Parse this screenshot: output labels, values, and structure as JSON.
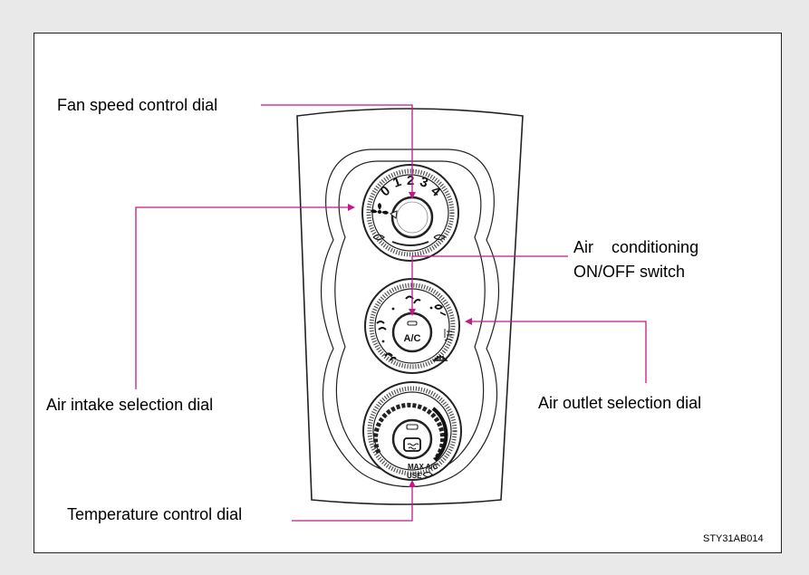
{
  "callouts": {
    "fan_speed": "Fan speed control dial",
    "ac_switch_line1": "Air    conditioning",
    "ac_switch_line2": "ON/OFF switch",
    "air_intake": "Air intake selection dial",
    "air_outlet": "Air outlet selection dial",
    "temperature": "Temperature control dial"
  },
  "fan_dial": {
    "speeds": [
      "0",
      "1",
      "2",
      "3",
      "4"
    ]
  },
  "ac_button": {
    "label": "A/C"
  },
  "temp_dial": {
    "max_ac_line1": "MAX A/C",
    "max_ac_line2": "USE"
  },
  "figure_code": "STY31AB014",
  "colors": {
    "callout_line": "#c0198a",
    "outline": "#222222",
    "panel_bg": "#e9e9e9",
    "frame_bg": "#ffffff"
  }
}
